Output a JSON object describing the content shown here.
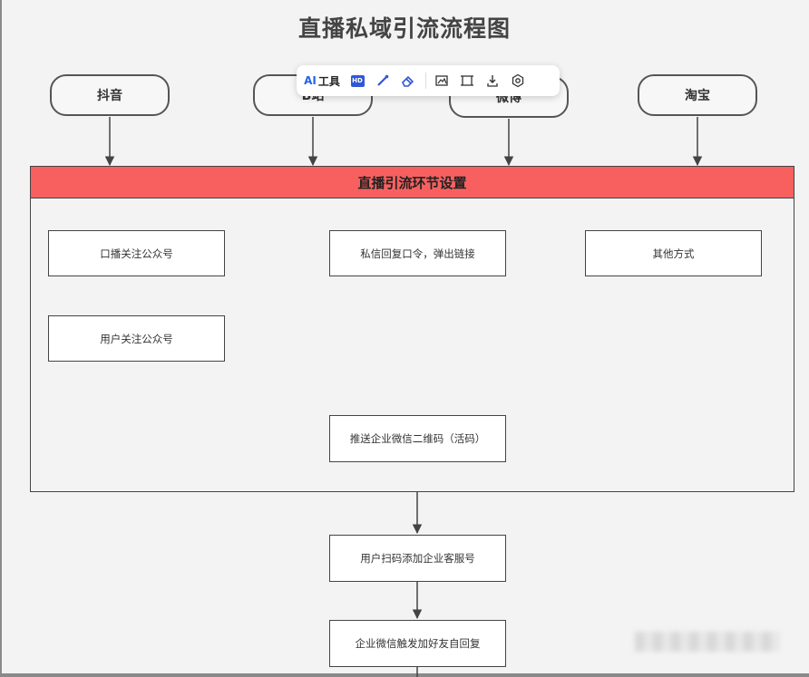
{
  "title": "直播私域引流流程图",
  "sources": [
    "抖音",
    "B站",
    "微博",
    "淘宝"
  ],
  "container": {
    "header": "直播引流环节设置"
  },
  "steps": {
    "kou_bo": "口播关注公众号",
    "si_xin": "私信回复口令，弹出链接",
    "qi_ta": "其他方式",
    "yong_hu_guanzhu": "用户关注公众号",
    "tui_song": "推送企业微信二维码（活码）",
    "sao_ma": "用户扫码添加企业客服号",
    "hao_you": "企业微信触发加好友自回复"
  },
  "toolbar": {
    "ai_label": "工具",
    "ai_prefix": "AI",
    "hd_label": "HD"
  },
  "colors": {
    "header_fill": "#f86060",
    "stroke": "#444444",
    "accent": "#2463eb"
  }
}
